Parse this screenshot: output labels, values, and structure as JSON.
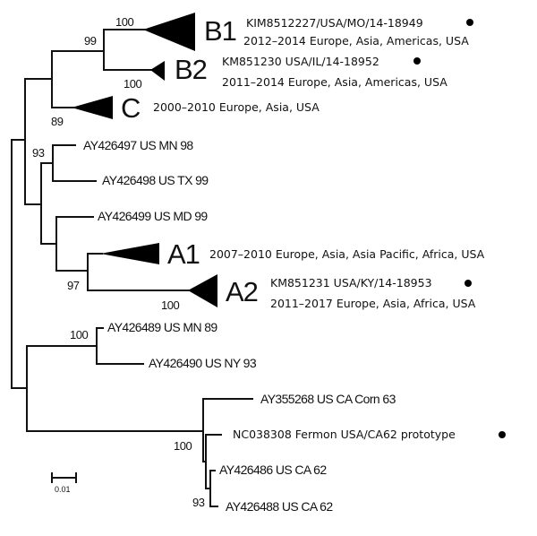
{
  "clades": {
    "B1": {
      "label": "B1",
      "line1": "KIM8512227/USA/MO/14-18949",
      "line2": "2012–2014 Europe, Asia, Americas, USA",
      "bootstrap": "100"
    },
    "B2": {
      "label": "B2",
      "line1": "KM851230 USA/IL/14-18952",
      "line2": "2011–2014 Europe, Asia, Americas, USA",
      "bootstrap": "100"
    },
    "C": {
      "label": "C",
      "line1": "2000–2010 Europe, Asia, USA",
      "bootstrap": "89"
    },
    "A1": {
      "label": "A1",
      "line1": "2007–2010 Europe, Asia, Asia Pacific, Africa, USA"
    },
    "A2": {
      "label": "A2",
      "line1": "KM851231 USA/KY/14-18953",
      "line2": "2011–2017 Europe, Asia, Africa, USA",
      "bootstrap": "100"
    }
  },
  "leaves": {
    "ay426497": "AY426497 US MN 98",
    "ay426498": "AY426498 US TX 99",
    "ay426499": "AY426499 US MD 99",
    "ay426489": "AY426489 US MN 89",
    "ay426490": "AY426490 US NY 93",
    "ay355268": "AY355268 US CA Corn 63",
    "nc038308": "NC038308 Fermon USA/CA62 prototype",
    "ay426486": "AY426486 US CA 62",
    "ay426488": "AY426488 US CA 62"
  },
  "bootstraps": {
    "b_node": "99",
    "mn_tx": "93",
    "a_node": "97",
    "mn_ny": "100",
    "ca_node": "100",
    "ca62_node": "93"
  },
  "scale_bar": {
    "label": "0.01"
  },
  "marker_color": "#000000"
}
